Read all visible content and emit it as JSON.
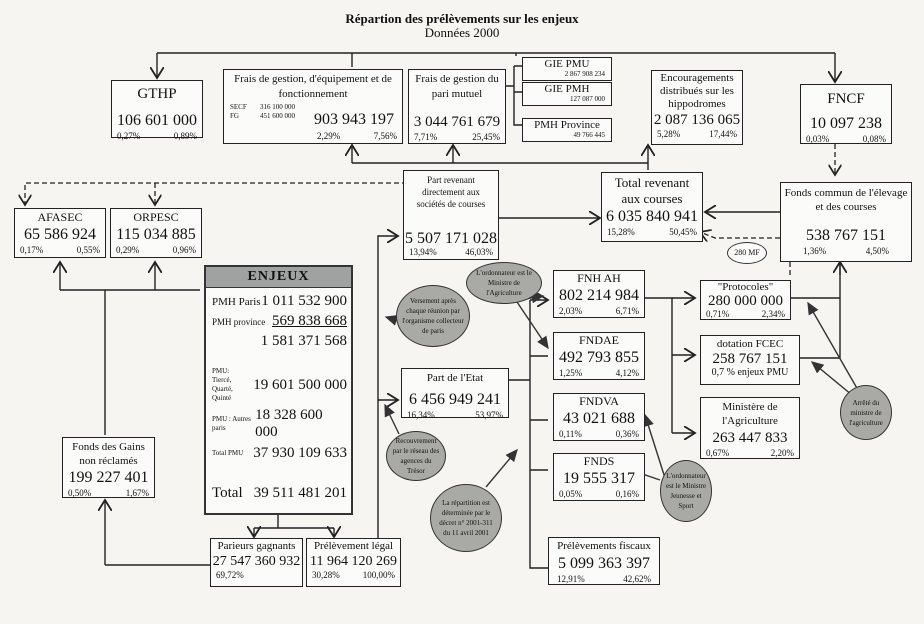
{
  "title": {
    "main": "Répartion des prélèvements sur les enjeux",
    "subtitle": "Données 2000"
  },
  "nodes": {
    "gthp": {
      "label": "GTHP",
      "value": "106 601 000",
      "pct1": "0,27%",
      "pct2": "0,89%"
    },
    "frais_equip": {
      "label": "Frais de gestion, d'équipement et de fonctionnement",
      "value": "903 943 197",
      "pct1": "2,29%",
      "pct2": "7,56%",
      "details": [
        {
          "name": "SECF",
          "value": "316 100 000"
        },
        {
          "name": "FG",
          "value": "451 600 000"
        }
      ]
    },
    "frais_pari": {
      "label": "Frais de gestion du pari mutuel",
      "value": "3 044 761 679",
      "pct1": "7,71%",
      "pct2": "25,45%"
    },
    "gie_pmu": {
      "label": "GIE PMU",
      "value": "2 867 908 234"
    },
    "gie_pmh": {
      "label": "GIE PMH",
      "value": "127 087 000"
    },
    "pmh_province": {
      "label": "PMH Province",
      "value": "49 766 445"
    },
    "encouragements": {
      "label": "Encouragements distribués sur les hippodromes",
      "value": "2 087 136 065",
      "pct1": "5,28%",
      "pct2": "17,44%"
    },
    "fncf": {
      "label": "FNCF",
      "value": "10 097 238",
      "pct1": "0,03%",
      "pct2": "0,08%"
    },
    "afasec": {
      "label": "AFASEC",
      "value": "65 586 924",
      "pct1": "0,17%",
      "pct2": "0,55%"
    },
    "orpesc": {
      "label": "ORPESC",
      "value": "115 034 885",
      "pct1": "0,29%",
      "pct2": "0,96%"
    },
    "part_societes": {
      "label": "Part revenant directement aux sociétés de courses",
      "value": "5 507 171 028",
      "pct1": "13,94%",
      "pct2": "46,03%"
    },
    "total_courses": {
      "label": "Total revenant aux courses",
      "value": "6 035 840 941",
      "pct1": "15,28%",
      "pct2": "50,45%"
    },
    "fonds_commun": {
      "label": "Fonds commun de l'élevage et des courses",
      "value": "538 767 151",
      "pct1": "1,36%",
      "pct2": "4,50%"
    },
    "fnh_ah": {
      "label": "FNH AH",
      "value": "802 214 984",
      "pct1": "2,03%",
      "pct2": "6,71%"
    },
    "fndae": {
      "label": "FNDAE",
      "value": "492 793 855",
      "pct1": "1,25%",
      "pct2": "4,12%"
    },
    "fndva": {
      "label": "FNDVA",
      "value": "43 021 688",
      "pct1": "0,11%",
      "pct2": "0,36%"
    },
    "fnds": {
      "label": "FNDS",
      "value": "19 555 317",
      "pct1": "0,05%",
      "pct2": "0,16%"
    },
    "protocoles": {
      "label": "\"Protocoles\"",
      "value": "280 000 000",
      "pct1": "0,71%",
      "pct2": "2,34%"
    },
    "dotation_fcec": {
      "label": "dotation FCEC",
      "value": "258 767 151",
      "note": "0,7 % enjeux PMU"
    },
    "ministere_agri": {
      "label": "Ministère de l'Agriculture",
      "value": "263 447 833",
      "pct1": "0,67%",
      "pct2": "2,20%"
    },
    "part_etat": {
      "label": "Part de l'Etat",
      "value": "6 456 949 241",
      "pct1": "16,34%",
      "pct2": "53,97%"
    },
    "prelev_fiscaux": {
      "label": "Prélèvements fiscaux",
      "value": "5 099 363 397",
      "pct1": "12,91%",
      "pct2": "42,62%"
    },
    "fonds_gains": {
      "label": "Fonds des Gains non réclamés",
      "value": "199 227 401",
      "pct1": "0,50%",
      "pct2": "1,67%"
    },
    "parieurs": {
      "label": "Parieurs gagnants",
      "value": "27 547 360 932",
      "pct1": "69,72%"
    },
    "prelev_legal": {
      "label": "Prélèvement légal",
      "value": "11 964 120 269",
      "pct1": "30,28%",
      "pct2": "100,00%"
    }
  },
  "enjeux": {
    "header": "ENJEUX",
    "rows": [
      {
        "key": "PMH Paris",
        "value": "1 011 532 900"
      },
      {
        "key": "PMH province",
        "value": "569 838 668"
      },
      {
        "key": "",
        "value": "1 581 371 568"
      },
      {
        "key": "PMU: Tiercé, Quarté, Quinté",
        "value": "19 601 500 000"
      },
      {
        "key": "PMU : Autres paris",
        "value": "18 328 600 000"
      },
      {
        "key": "Total PMU",
        "value": "37 930 109 633"
      },
      {
        "key": "Total",
        "value": "39 511 481 201"
      }
    ]
  },
  "annotations": {
    "versement": "Versement après chaque réunion par l'organisme collecteur de paris",
    "ordonnateur_agri": "L'ordonnateur est le Ministre de l'Agriculture",
    "recouvrement": "Recouvrement par le réseau des agences du Trésor",
    "repartition_decret": "La répartition est déterminée par le décret n° 2001-311 du 11 avril 2001",
    "ordonnateur_jeunesse": "L'ordonnateur est le Ministre Jeunesse et Sport",
    "arrete_ministre": "Arrêté du ministre de l'agriculture",
    "mf_280": "280 MF"
  },
  "colors": {
    "background": "#f6f5f2",
    "box_border": "#222222",
    "ellipse_fill": "#a9aaa6",
    "header_fill": "#9fa2a0"
  }
}
